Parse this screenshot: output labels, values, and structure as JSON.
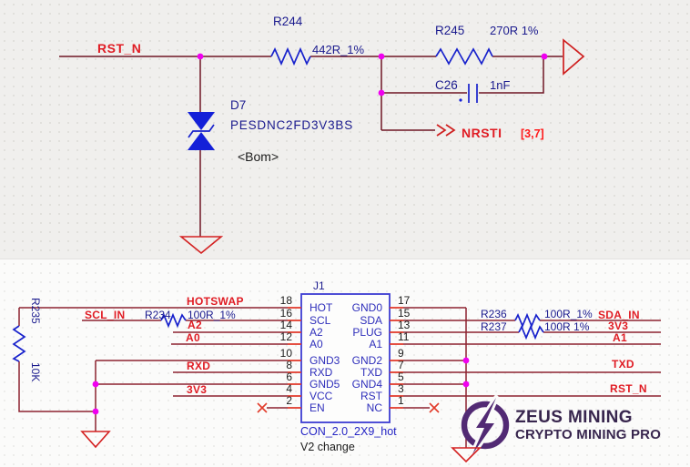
{
  "colors": {
    "wire_maroon": "#8c2330",
    "pin_stub_red": "#ef3a27",
    "symbol_blue": "#1822cc",
    "net_label_red": "#e01c24",
    "designator_navy": "#1b1b8e",
    "junction_magenta": "#f000f0",
    "ground_red": "#d42121",
    "connector_border_blue": "#3c3cd2",
    "logo_purple": "#522a74",
    "logo_text_purple": "#38264e",
    "background_top": "#f0efed",
    "background_bottom": "#fbfbfa"
  },
  "top": {
    "net_rst_n": "RST_N",
    "r244_ref": "R244",
    "r244_val": "442R_1%",
    "r245_ref": "R245",
    "r245_val": "270R 1%",
    "c26_ref": "C26",
    "c26_val": "1nF",
    "d7_ref": "D7",
    "d7_part": "PESDNC2FD3V3BS",
    "d7_bom": "<Bom>",
    "nrsti_label": "NRSTI",
    "nrsti_sheet": "[3,7]"
  },
  "bottom": {
    "r235_ref": "R235",
    "r235_val": "10K",
    "r234_ref": "R234",
    "r234_val": "100R_1%",
    "r236_ref": "R236",
    "r236_val": "100R_1%",
    "r237_ref": "R237",
    "r237_val": "100R 1%",
    "nets_left": {
      "hotswap": "HOTSWAP",
      "scl_in": "SCL_IN",
      "a2": "A2",
      "a0": "A0",
      "rxd": "RXD",
      "v33": "3V3"
    },
    "nets_right": {
      "sda_in": "SDA_IN",
      "v33": "3V3",
      "a1": "A1",
      "txd": "TXD",
      "rst_n": "RST_N"
    },
    "connector": {
      "ref": "J1",
      "part": "CON_2.0_2X9_hot",
      "note": "V2 change",
      "left_pins": [
        {
          "num": "18",
          "name": "HOT"
        },
        {
          "num": "16",
          "name": "SCL"
        },
        {
          "num": "14",
          "name": "A2"
        },
        {
          "num": "12",
          "name": "A0"
        },
        {
          "num": "10",
          "name": "GND3"
        },
        {
          "num": "8",
          "name": "RXD"
        },
        {
          "num": "6",
          "name": "GND5"
        },
        {
          "num": "4",
          "name": "VCC"
        },
        {
          "num": "2",
          "name": "EN"
        }
      ],
      "right_pins": [
        {
          "num": "17",
          "name": "GND0"
        },
        {
          "num": "15",
          "name": "SDA"
        },
        {
          "num": "13",
          "name": "PLUG"
        },
        {
          "num": "11",
          "name": "A1"
        },
        {
          "num": "9",
          "name": "GND2"
        },
        {
          "num": "7",
          "name": "TXD"
        },
        {
          "num": "5",
          "name": "GND4"
        },
        {
          "num": "3",
          "name": "RST"
        },
        {
          "num": "1",
          "name": "NC"
        }
      ]
    }
  },
  "logo": {
    "line1": "ZEUS MINING",
    "line2": "CRYPTO MINING PRO"
  }
}
